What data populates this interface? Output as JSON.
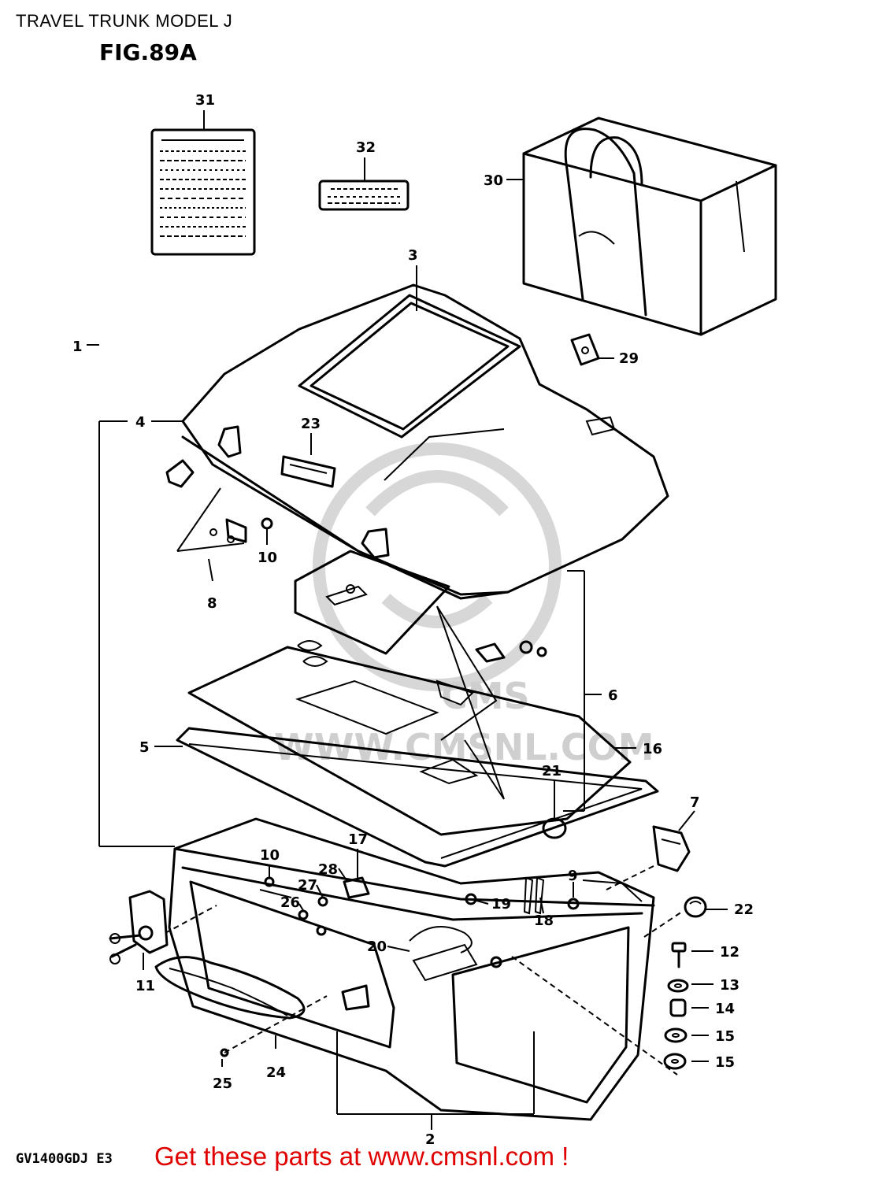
{
  "page": {
    "title": "TRAVEL TRUNK MODEL J",
    "figure": "FIG.89A",
    "model_code": "GV1400GDJ E3",
    "promo_text": "Get these parts at www.cmsnl.com !"
  },
  "watermark": {
    "logo_text": "CMS",
    "url_text": "WWW.CMSNL.COM"
  },
  "callouts": {
    "c1": "1",
    "c2": "2",
    "c3": "3",
    "c4": "4",
    "c5": "5",
    "c6": "6",
    "c7": "7",
    "c8": "8",
    "c9": "9",
    "c10a": "10",
    "c10b": "10",
    "c11": "11",
    "c12": "12",
    "c13": "13",
    "c14": "14",
    "c15a": "15",
    "c15b": "15",
    "c16": "16",
    "c17": "17",
    "c18": "18",
    "c19": "19",
    "c20": "20",
    "c21": "21",
    "c22": "22",
    "c23": "23",
    "c24": "24",
    "c25": "25",
    "c26": "26",
    "c27": "27",
    "c28": "28",
    "c29": "29",
    "c30": "30",
    "c31": "31",
    "c32": "32"
  }
}
